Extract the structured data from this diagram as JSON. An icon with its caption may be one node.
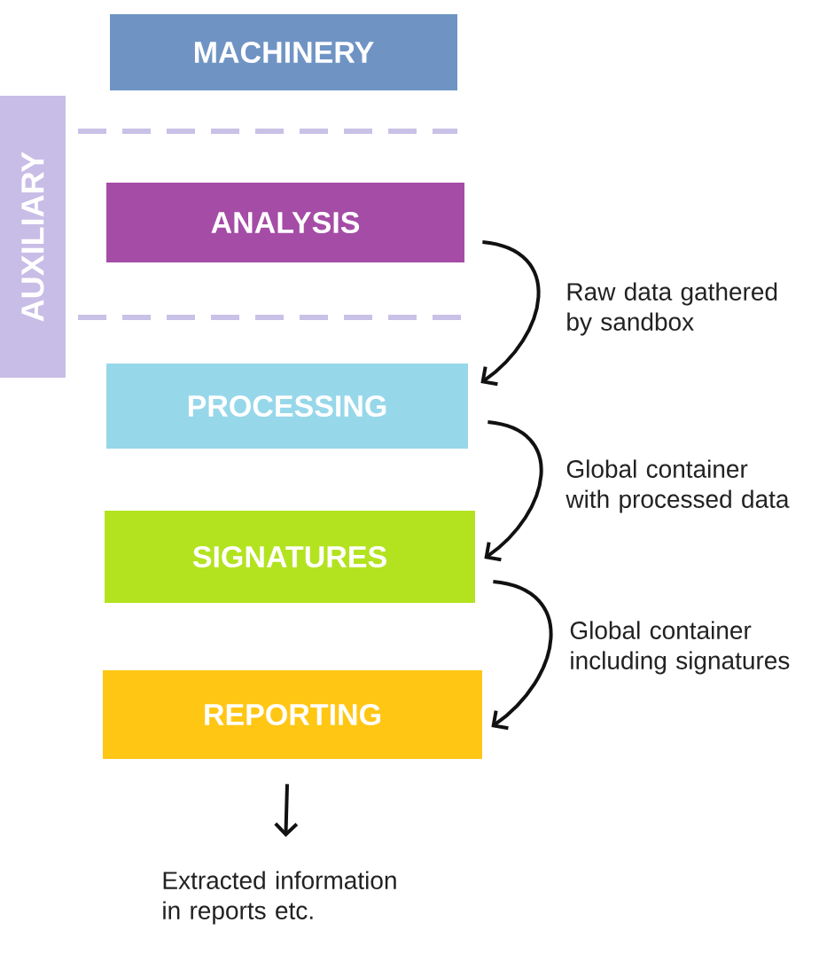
{
  "diagram": {
    "nodes": [
      {
        "text": [
          "MACHINERY"
        ]
      },
      {
        "text": [
          "AUXILIARY"
        ]
      },
      {
        "text": [
          "ANALYSIS"
        ]
      },
      {
        "text": [
          "PROCESSING"
        ]
      },
      {
        "text": [
          "SIGNATURES"
        ]
      },
      {
        "text": [
          "REPORTING"
        ]
      },
      {
        "text": [
          "Extracted information in reports etc."
        ]
      }
    ],
    "edges": [
      {
        "from": 2,
        "to": 3,
        "arrow": "to",
        "label": "Raw data gathered by sandbox"
      },
      {
        "from": 3,
        "to": 4,
        "arrow": "to",
        "label": "Global container with processed data"
      },
      {
        "from": 4,
        "to": 5,
        "arrow": "to",
        "label": "Global container including signatures"
      },
      {
        "from": 5,
        "to": 6,
        "arrow": "to"
      }
    ]
  }
}
